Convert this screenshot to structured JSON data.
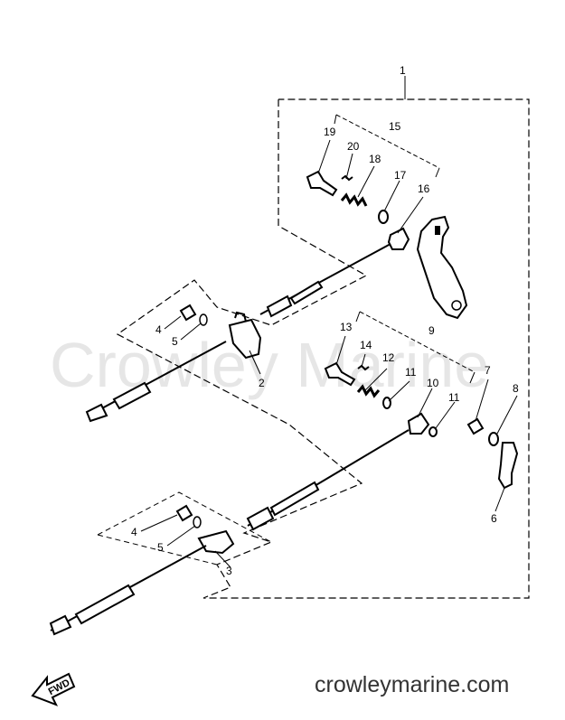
{
  "watermark": "Crowley Marine",
  "site": "crowleymarine.com",
  "fwd_label": "FWD",
  "callouts": {
    "c1": "1",
    "c2": "2",
    "c3": "3",
    "c4a": "4",
    "c4b": "4",
    "c5a": "5",
    "c5b": "5",
    "c6": "6",
    "c7": "7",
    "c8": "8",
    "c9": "9",
    "c10": "10",
    "c11a": "11",
    "c11b": "11",
    "c12": "12",
    "c13": "13",
    "c14": "14",
    "c15": "15",
    "c16": "16",
    "c17": "17",
    "c18": "18",
    "c19": "19",
    "c20": "20"
  }
}
